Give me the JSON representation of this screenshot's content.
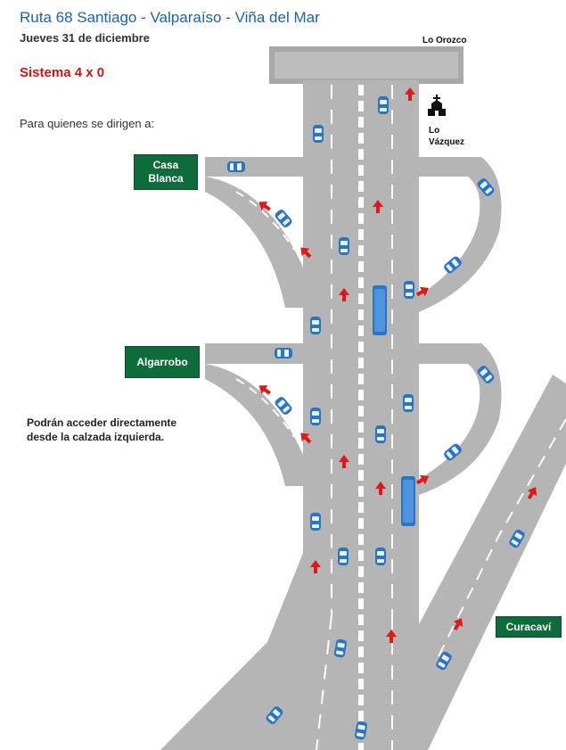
{
  "header": {
    "title": "Ruta 68  Santiago - Valparaíso - Viña del Mar",
    "date": "Jueves 31 de diciembre",
    "system": "Sistema 4 x 0",
    "intro": "Para quienes se dirigen a:"
  },
  "signs": {
    "casablanca": {
      "line1": "Casa",
      "line2": "Blanca"
    },
    "algarrobo": "Algarrobo",
    "curacavi": "Curacaví"
  },
  "places": {
    "lo_orozco": "Lo Orozco",
    "lo_vazquez_1": "Lo",
    "lo_vazquez_2": "Vázquez"
  },
  "note": {
    "line1": "Podrán acceder  directamente",
    "line2": "desde la calzada izquierda."
  },
  "colors": {
    "road": "#b5b5b5",
    "road_dark": "#9c9c9c",
    "sign_green": "#0e6b3a",
    "arrow_red": "#e01818",
    "car_blue": "#2a74c4",
    "title_blue": "#1a63b0"
  },
  "icons": [
    "church-icon",
    "car-icon",
    "bus-icon",
    "arrow-up-icon"
  ]
}
